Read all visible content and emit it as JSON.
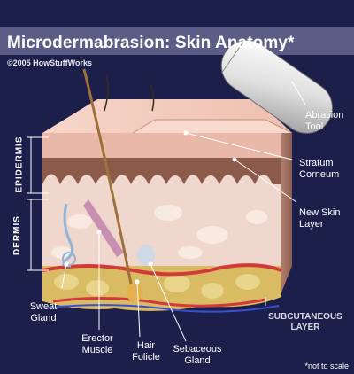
{
  "title": "Microdermabrasion: Skin Anatomy*",
  "copyright": "©2005 HowStuffWorks",
  "layers": {
    "epidermis": "EPIDERMIS",
    "dermis": "DERMIS",
    "subcutaneous": "SUBCUTANEOUS\nLAYER"
  },
  "labels": {
    "abrasion_tool": "Abrasion\nTool",
    "stratum_corneum": "Stratum\nCorneum",
    "new_skin_layer": "New Skin\nLayer",
    "sweat_gland": "Sweat\nGland",
    "erector_muscle": "Erector\nMuscle",
    "hair_follicle": "Hair\nFolicle",
    "sebaceous_gland": "Sebaceous\nGland"
  },
  "footnote": "*not to scale",
  "colors": {
    "background": "#1d1f4b",
    "skin_surface": "#f3cfc1",
    "epidermis": "#e6b1a3",
    "dermis": "#efd7cd",
    "fat": "#d9c06a",
    "blood": "#d23a3a",
    "tool": "#e8e8e8"
  }
}
